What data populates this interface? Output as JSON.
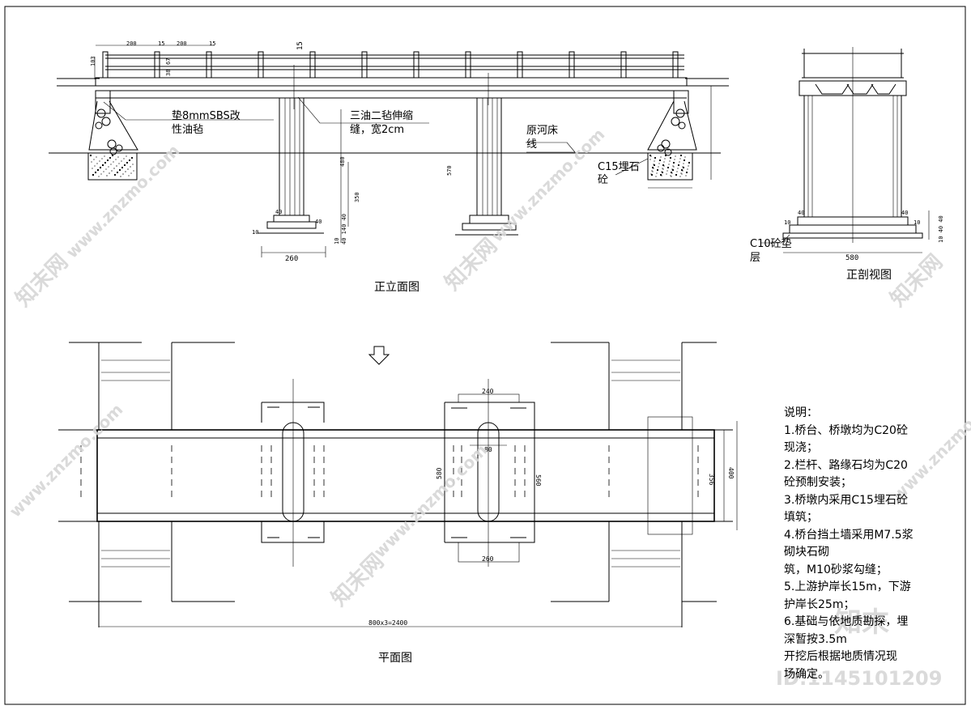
{
  "titles": {
    "elevation": "正立面图",
    "section": "正剖视图",
    "plan": "平面图"
  },
  "labels": {
    "sbs": [
      "垫8mmSBS改",
      "性油毡"
    ],
    "joint": [
      "三油二毡伸缩",
      "缝，宽2cm"
    ],
    "riverbed": [
      "原河床",
      "线"
    ],
    "c15": [
      "C15埋石",
      "砼"
    ],
    "c10": [
      "C10砼垫",
      "层"
    ]
  },
  "dims": {
    "top_200a": "200",
    "top_15a": "15",
    "top_200b": "200",
    "top_15b": "15",
    "rail_15": "15",
    "h103": "103",
    "h38": "38",
    "h67": "67",
    "pier_40_l": "40",
    "pier_40_r": "40",
    "pier_10": "10",
    "d480": "480",
    "d350": "350",
    "d570": "570",
    "d40_140_40": "40 140 40",
    "d10": "10",
    "d260": "260",
    "sec_40a": "40",
    "sec_40b": "40",
    "sec_10a": "10",
    "sec_10b": "10",
    "sec_10_40_40": "10 40 40",
    "d580_sec": "580",
    "plan_240": "240",
    "plan_80": "80",
    "plan_580": "580",
    "plan_560": "560",
    "plan_260": "260",
    "plan_356": "356",
    "plan_400": "400",
    "plan_total": "800x3=2400"
  },
  "notes": {
    "heading": "说明：",
    "lines": [
      "1.桥台、桥墩均为C20砼",
      "现浇；",
      "2.栏杆、路缘石均为C20",
      "砼预制安装；",
      "3.桥墩内采用C15埋石砼",
      "填筑；",
      "4.桥台挡土墙采用M7.5浆",
      "砌块石砌",
      "   筑，M10砂浆勾缝；",
      "5.上游护岸长15m，下游",
      "护岸长25m；",
      "6.基础与依地质勘探，埋",
      "深暂按3.5m",
      "   开挖后根据地质情况现",
      "场确定。"
    ]
  },
  "watermark": {
    "logo": "知末",
    "id": "ID:1145101209",
    "site": "www.znzmo.com",
    "cn": "知末网"
  },
  "icons": [
    "north-arrow-icon",
    "rubble-stone-hatch-icon"
  ]
}
